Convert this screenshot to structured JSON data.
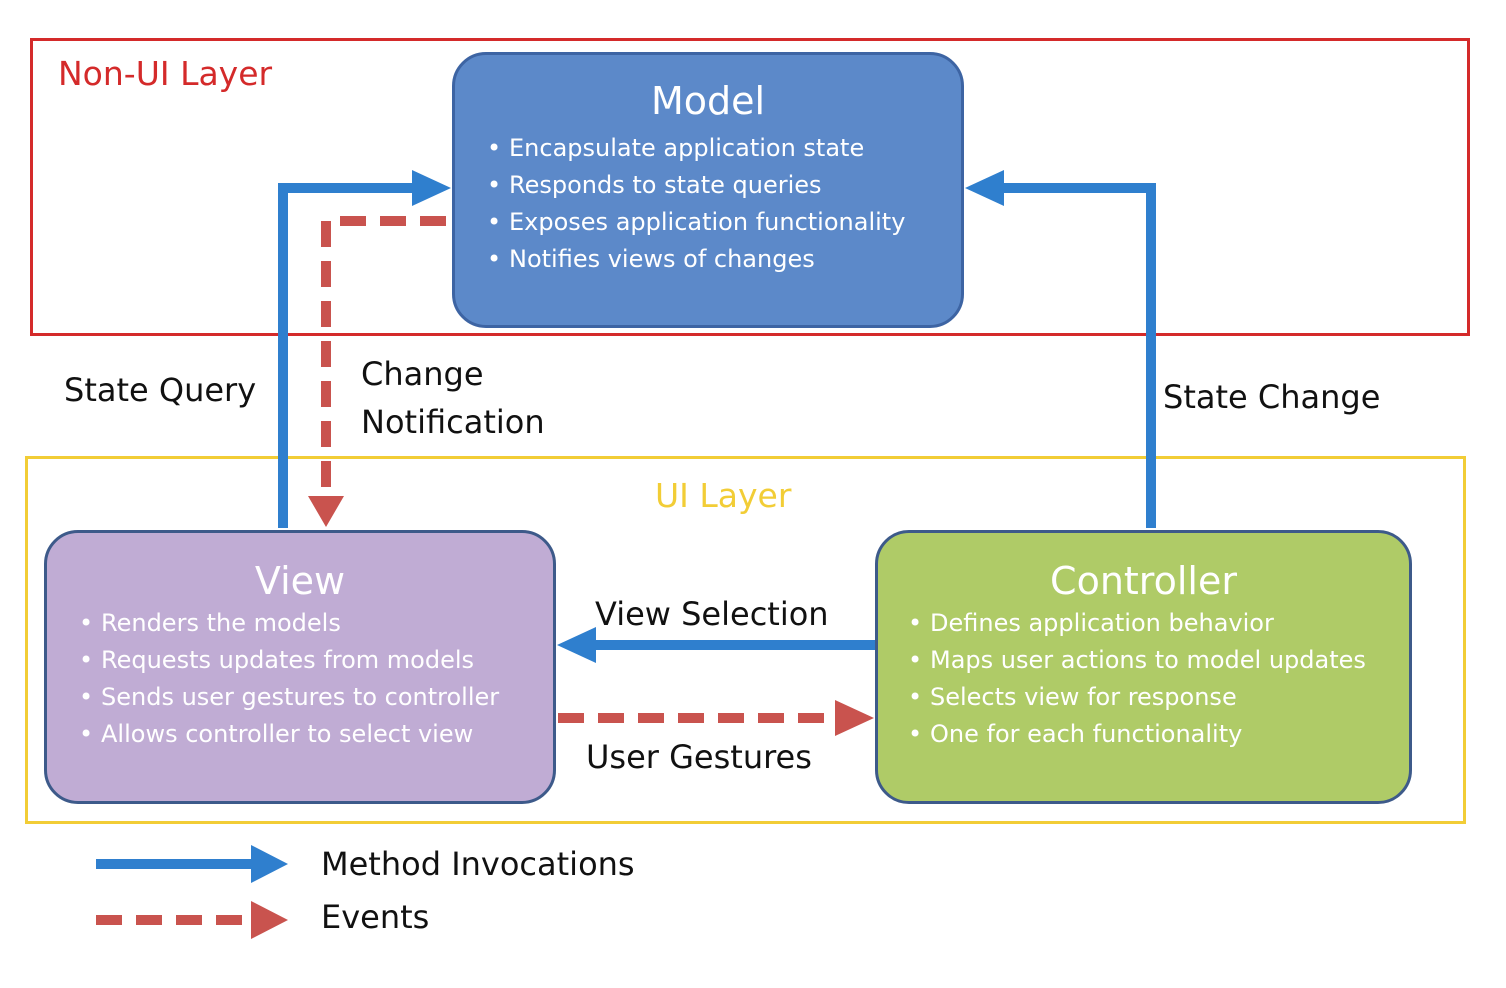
{
  "layers": {
    "non_ui": {
      "title": "Non-UI Layer",
      "color": "#d42a2a"
    },
    "ui": {
      "title": "UI Layer",
      "color": "#f2cd36"
    }
  },
  "nodes": {
    "model": {
      "title": "Model",
      "color": "#5c89c9",
      "bullets": [
        "Encapsulate application state",
        "Responds to state queries",
        "Exposes application functionality",
        "Notifies views of changes"
      ]
    },
    "view": {
      "title": "View",
      "color": "#c0acd4",
      "bullets": [
        "Renders the models",
        "Requests updates from models",
        "Sends user gestures to controller",
        "Allows controller to select view"
      ]
    },
    "controller": {
      "title": "Controller",
      "color": "#afcb67",
      "bullets": [
        "Defines application behavior",
        "Maps user actions to model updates",
        "Selects view for response",
        "One for each functionality"
      ]
    }
  },
  "edges": {
    "state_query": {
      "label": "State Query",
      "kind": "method"
    },
    "change_notification": {
      "label_line1": "Change",
      "label_line2": "Notification",
      "kind": "event"
    },
    "state_change": {
      "label": "State Change",
      "kind": "method"
    },
    "view_selection": {
      "label": "View Selection",
      "kind": "method"
    },
    "user_gestures": {
      "label": "User Gestures",
      "kind": "event"
    }
  },
  "legend": {
    "method": {
      "label": "Method Invocations",
      "color": "#2f7fce"
    },
    "event": {
      "label": "Events",
      "color": "#c9534e"
    }
  }
}
